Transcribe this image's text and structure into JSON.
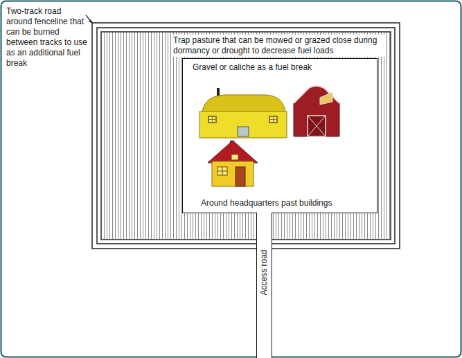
{
  "diagram": {
    "nodes": [
      {
        "text": [
          "Trap pasture that can be mowed or grazed close during dormancy or drought to decrease fuel loads"
        ]
      },
      {
        "text": [
          "Gravel or caliche as a fuel break",
          "Around headquarters past buildings"
        ],
        "in": 0
      },
      {
        "text": [
          "Access road"
        ]
      }
    ],
    "labels": [
      "Two-track road around fenceline that can be burned between tracks to use as an additional fuel break"
    ]
  }
}
